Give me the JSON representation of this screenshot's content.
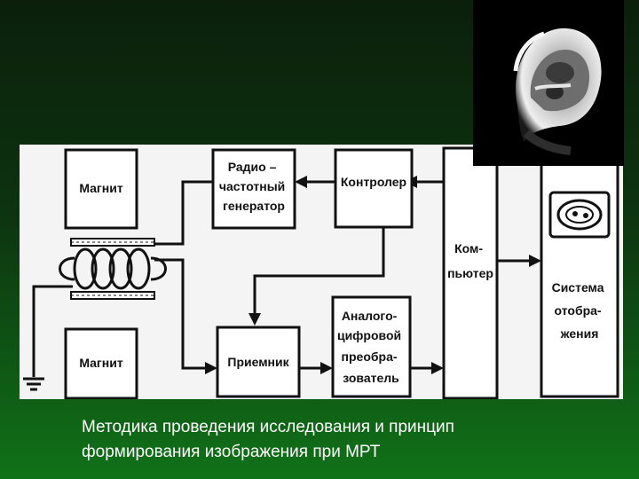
{
  "diagram": {
    "blocks": {
      "magnet_top": [
        "Магнит"
      ],
      "magnet_bottom": [
        "Магнит"
      ],
      "rf_generator": [
        "Радио –",
        "частотный",
        "генератор"
      ],
      "controller": [
        "Контролер"
      ],
      "receiver": [
        "Приемник"
      ],
      "adc": [
        "Аналого-",
        "цифровой",
        "преобра-",
        "зователь"
      ],
      "computer": [
        "Ком-",
        "пьютер"
      ],
      "display": [
        "Система",
        "отобра-",
        "жения"
      ]
    }
  },
  "photo": {
    "icon": "mri-head-scan-icon"
  },
  "caption": {
    "line1": "Методика проведения исследования и принцип",
    "line2": "формирования изображения при МРТ"
  }
}
